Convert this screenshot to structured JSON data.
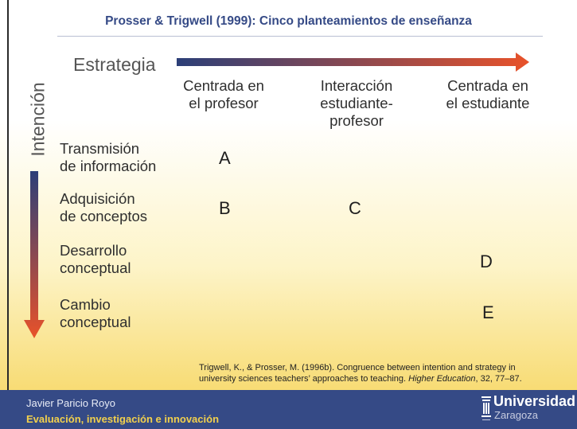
{
  "title": "Prosser & Trigwell (1999): Cinco planteamientos de enseñanza",
  "axes": {
    "strategy_label": "Estrategia",
    "intention_label": "Intención"
  },
  "columns": [
    {
      "label": "Centrada en\nel profesor"
    },
    {
      "label": "Interacción\nestudiante-\nprofesor"
    },
    {
      "label": "Centrada en\nel estudiante"
    }
  ],
  "rows": [
    {
      "label": "Transmisión\nde información"
    },
    {
      "label": "Adquisición\nde conceptos"
    },
    {
      "label": "Desarrollo\nconceptual"
    },
    {
      "label": "Cambio\nconceptual"
    }
  ],
  "cells": [
    {
      "letter": "A",
      "row": 1,
      "column": 1
    },
    {
      "letter": "B",
      "row": 2,
      "column": 1
    },
    {
      "letter": "C",
      "row": 2,
      "column": 2
    },
    {
      "letter": "D",
      "row": 3,
      "column": 3
    },
    {
      "letter": "E",
      "row": 4,
      "column": 3
    }
  ],
  "citation": {
    "line1": "Trigwell, K., & Prosser, M. (1996b). Congruence between intention and strategy in",
    "line2_prefix": "university sciences teachers’ approaches to teaching. ",
    "journal": "Higher Education",
    "line2_suffix": ", 32, 77–87."
  },
  "footer": {
    "author": "Javier Paricio Royo",
    "subtitle": "Evaluación, investigación e innovación",
    "university_name": "Universidad",
    "university_city": "Zaragoza"
  },
  "colors": {
    "brand_blue": "#354a86",
    "arrow_start": "#2c3f78",
    "arrow_end": "#e8522a",
    "footer_accent": "#f2d04c"
  }
}
